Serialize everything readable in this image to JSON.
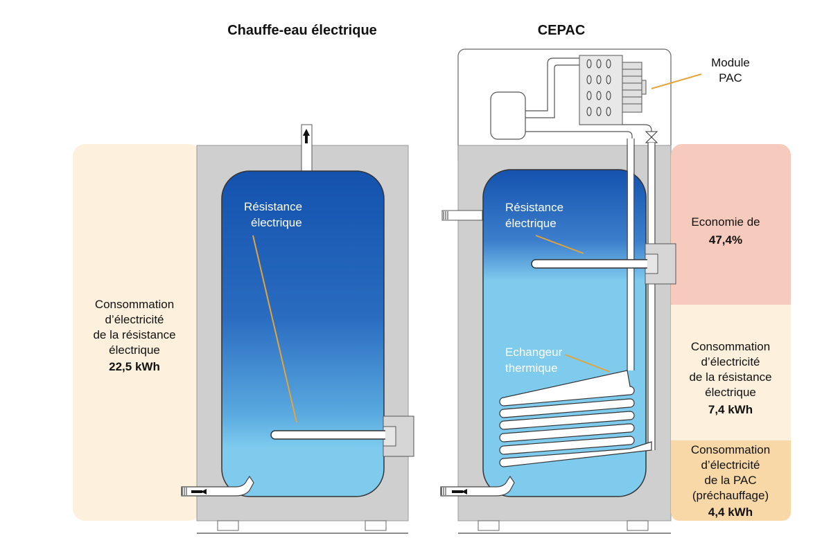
{
  "titles": {
    "left": "Chauffe-eau électrique",
    "right": "CEPAC"
  },
  "left_heater": {
    "resistance_label": [
      "Résistance",
      "électrique"
    ],
    "consumption_label": [
      "Consommation",
      "d’électricité",
      "de la résistance",
      "électrique"
    ],
    "consumption_value": "22,5 kWh"
  },
  "right_heater": {
    "module_label": [
      "Module",
      "PAC"
    ],
    "resistance_label": [
      "Résistance",
      "électrique"
    ],
    "exchanger_label": [
      "Echangeur",
      "thermique"
    ],
    "savings_label": "Economie de",
    "savings_value": "47,4%",
    "resistance_consumption_label": [
      "Consommation",
      "d’électricité",
      "de la résistance",
      "électrique"
    ],
    "resistance_consumption_value": "7,4 kWh",
    "pac_consumption_label": [
      "Consommation",
      "d’électricité",
      "de la PAC",
      "(préchauffage)"
    ],
    "pac_consumption_value": "4,4 kWh"
  },
  "colors": {
    "consumption_bg": "#fdf0dc",
    "savings_bg": "#f6cbbd",
    "pac_bg": "#f8d8a6",
    "casing": "#cfcfcf",
    "water_hot": "#1550b0",
    "water_cold": "#7ecbee",
    "leader_line": "#e3a43a"
  }
}
